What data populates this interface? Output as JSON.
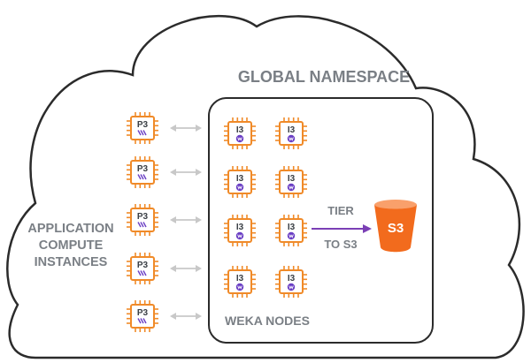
{
  "title": "GLOBAL NAMESPACE",
  "left_label": [
    "APPLICATION",
    "COMPUTE",
    "INSTANCES"
  ],
  "cluster_label": "WEKA NODES",
  "tier_label": [
    "TIER",
    "TO S3"
  ],
  "app_chip_label": "P3",
  "weka_chip_label": "I3",
  "s3_label": "S3",
  "colors": {
    "chip_orange": "#f08a28",
    "s3_orange": "#f26b1d",
    "tier_arrow": "#7b3fb5",
    "weka_badge": "#6a3ec4",
    "outline": "#2b2b2b",
    "sync_arrow": "#c8c8c8",
    "label_gray": "#7a7f85"
  },
  "app_instances": [
    {
      "label": "P3"
    },
    {
      "label": "P3"
    },
    {
      "label": "P3"
    },
    {
      "label": "P3"
    },
    {
      "label": "P3"
    }
  ],
  "weka_nodes": [
    {
      "label": "I3"
    },
    {
      "label": "I3"
    },
    {
      "label": "I3"
    },
    {
      "label": "I3"
    },
    {
      "label": "I3"
    },
    {
      "label": "I3"
    },
    {
      "label": "I3"
    },
    {
      "label": "I3"
    }
  ]
}
